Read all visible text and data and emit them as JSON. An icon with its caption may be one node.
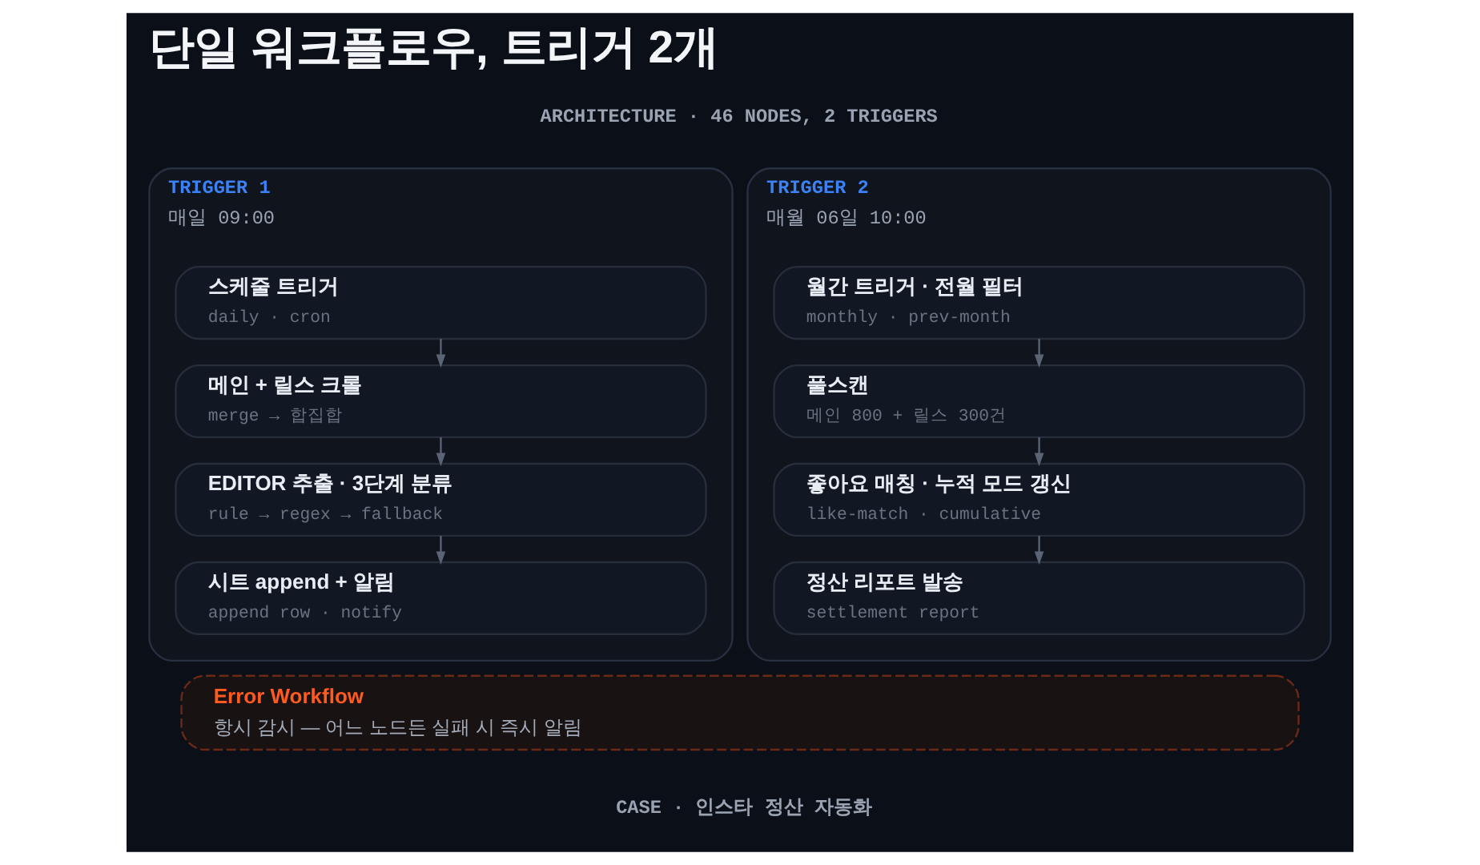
{
  "diagram": {
    "title": "단일 워크플로우, 트리거 2개",
    "nodes": [
      {
        "text": [
          "TRIGGER 1",
          "매일 09:00"
        ]
      },
      {
        "text": [
          "스케줄 트리거",
          "daily · cron"
        ],
        "in": 0
      },
      {
        "text": [
          "메인 + 릴스 크롤",
          "merge → 합집합"
        ],
        "in": 0
      },
      {
        "text": [
          "EDITOR 추출 · 3단계 분류",
          "rule → regex → fallback"
        ],
        "in": 0
      },
      {
        "text": [
          "시트 append + 알림",
          "append row · notify"
        ],
        "in": 0
      },
      {
        "text": [
          "TRIGGER 2",
          "매월 06일 10:00"
        ]
      },
      {
        "text": [
          "월간 트리거 · 전월 필터",
          "monthly · prev-month"
        ],
        "in": 5
      },
      {
        "text": [
          "풀스캔",
          "메인 800 + 릴스 300건"
        ],
        "in": 5
      },
      {
        "text": [
          "좋아요 매칭 · 누적 모드 갱신",
          "like-match · cumulative"
        ],
        "in": 5
      },
      {
        "text": [
          "정산 리포트 발송",
          "settlement report"
        ],
        "in": 5
      },
      {
        "text": [
          "Error Workflow",
          "항시 감시 — 어느 노드든 실패 시 즉시 알림"
        ]
      }
    ],
    "edges": [
      {
        "from": 1,
        "to": 2,
        "arrow": "to"
      },
      {
        "from": 2,
        "to": 3,
        "arrow": "to"
      },
      {
        "from": 3,
        "to": 4,
        "arrow": "to"
      },
      {
        "from": 6,
        "to": 7,
        "arrow": "to"
      },
      {
        "from": 7,
        "to": 8,
        "arrow": "to"
      },
      {
        "from": 8,
        "to": 9,
        "arrow": "to"
      }
    ],
    "labels": [
      "ARCHITECTURE · 46 NODES, 2 TRIGGERS",
      "CASE · 인스타 정산 자동화"
    ]
  }
}
